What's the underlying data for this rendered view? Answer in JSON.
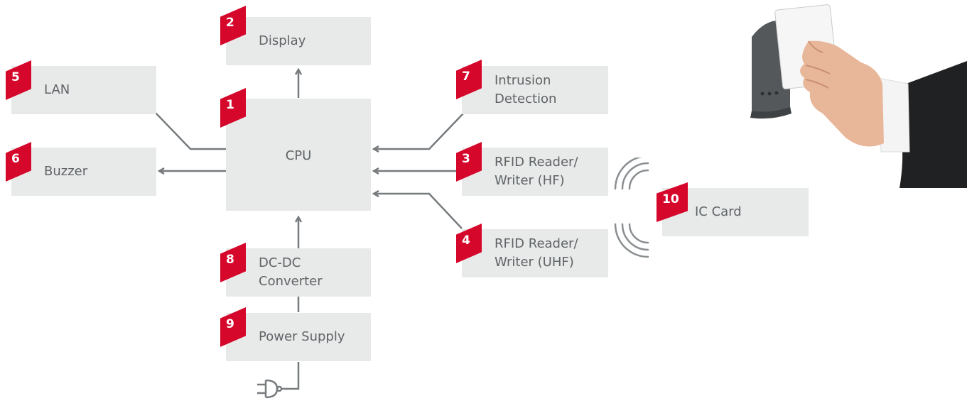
{
  "diagram": {
    "accent_color": "#d5072b",
    "box_color": "#e8e9e9",
    "line_color": "#777b7e",
    "nodes": [
      {
        "id": "display",
        "number": "2",
        "label": "Display"
      },
      {
        "id": "lan",
        "number": "5",
        "label": "LAN"
      },
      {
        "id": "cpu",
        "number": "1",
        "label": "CPU"
      },
      {
        "id": "buzzer",
        "number": "6",
        "label": "Buzzer"
      },
      {
        "id": "intrusion",
        "number": "7",
        "label": "Intrusion\nDetection"
      },
      {
        "id": "rfid-hf",
        "number": "3",
        "label": "RFID Reader/\nWriter (HF)"
      },
      {
        "id": "rfid-uhf",
        "number": "4",
        "label": "RFID Reader/\nWriter (UHF)"
      },
      {
        "id": "dcdc",
        "number": "8",
        "label": "DC-DC\nConverter"
      },
      {
        "id": "power",
        "number": "9",
        "label": "Power Supply"
      },
      {
        "id": "iccard",
        "number": "10",
        "label": "IC Card"
      }
    ],
    "icons": [
      "radio-waves-icon",
      "power-plug-icon",
      "hand-holding-card-image"
    ]
  }
}
